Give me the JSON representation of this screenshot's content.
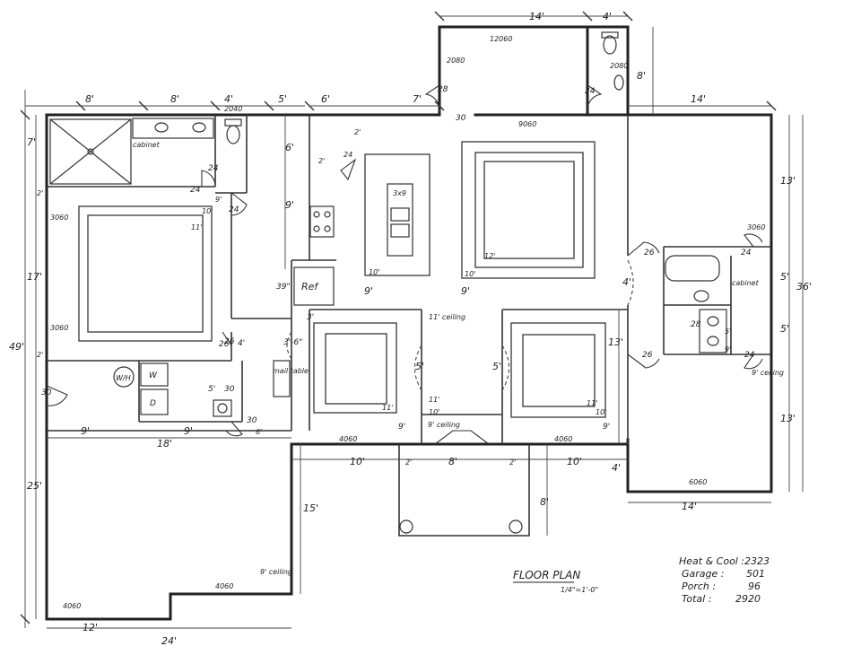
{
  "title": "FLOOR PLAN",
  "scale": "1/4\"=1'-0\"",
  "summary": {
    "heat_cool_label": "Heat & Cool :",
    "heat_cool_value": "2323",
    "garage_label": "Garage :",
    "garage_value": "501",
    "porch_label": "Porch :",
    "porch_value": "96",
    "total_label": "Total :",
    "total_value": "2920"
  },
  "dimensions": {
    "top_14": "14'",
    "top_4": "4'",
    "top_8a": "8'",
    "top_8b": "8'",
    "top_4b": "4'",
    "top_5": "5'",
    "top_6": "6'",
    "top_7": "7'",
    "top_14b": "14'",
    "right_8": "8'",
    "left_7": "7'",
    "left_2": "2'",
    "left_17": "17'",
    "left_49": "49'",
    "left_2b": "2'",
    "left_25": "25'",
    "mid_6": "6'",
    "mid_9": "9'",
    "mid_2a": "2'",
    "mid_2b": "2'",
    "mid_39": "39\"",
    "mid_3": "3'",
    "mid_3_6": "3'-6\"",
    "mid_4": "4'",
    "mid_5": "5'",
    "mid_4b": "4'",
    "laundry_9": "9'",
    "laundry_18": "18'",
    "laundry_9b": "9'",
    "laundry_6": "6'",
    "bot_10a": "10'",
    "bot_2a": "2'",
    "bot_8": "8'",
    "bot_2b": "2'",
    "bot_10b": "10'",
    "bot_4": "4'",
    "garage_15": "15'",
    "porch_8": "8'",
    "bot_12": "12'",
    "bot_24": "24'",
    "bot_14": "14'",
    "right_13a": "13'",
    "right_5a": "5'",
    "right_36": "36'",
    "right_5b": "5'",
    "right_13b": "13'",
    "right_13c": "13'",
    "hall_4": "4'",
    "hall_5a": "5'",
    "hall_5b": "5'",
    "bath_5": "5'"
  },
  "ceilings": {
    "m_10": "10'",
    "m_11": "11'",
    "k_10": "10'",
    "k_9": "9'",
    "l_10": "10'",
    "l_12": "12'",
    "l_9": "9'",
    "d_11": "11'",
    "d_9": "9'",
    "b_11": "11'",
    "b_10": "10'",
    "b_9": "9'",
    "h_11": "11' ceiling",
    "h_10": "10'",
    "h_11b": "11'",
    "foyer_9": "9' ceiling",
    "r_9": "9' ceiling",
    "m_9": "9'",
    "bath_9": "9'",
    "garage_9": "9' ceiling"
  },
  "labels": {
    "window_12060": "12060",
    "window_2080": "2080",
    "window_2080b": "2080",
    "window_9060": "9060",
    "window_2040": "2040",
    "window_3060a": "3060",
    "window_3060b": "3060",
    "window_3060c": "3060",
    "window_4060a": "4060",
    "window_4060b": "4060",
    "window_4060c": "4060",
    "window_4060d": "4060",
    "window_6060": "6060",
    "door_28a": "28",
    "door_24a": "24",
    "door_30a": "30",
    "door_24b": "24",
    "door_24c": "24",
    "door_24d": "24",
    "door_24e": "24",
    "door_26a": "26",
    "door_26b": "26",
    "door_24f": "24",
    "door_28b": "28",
    "door_26c": "26",
    "door_24g": "24",
    "door_26d": "26",
    "door_30b": "30",
    "door_30c": "30",
    "door_30d": "30",
    "cabinet_a": "cabinet",
    "cabinet_b": "cabinet",
    "island": "3x9",
    "ref": "Ref",
    "wh": "W/H",
    "w": "W",
    "d": "D",
    "mail_table": "mail table",
    "ceiling_11": "11' ceiling"
  }
}
